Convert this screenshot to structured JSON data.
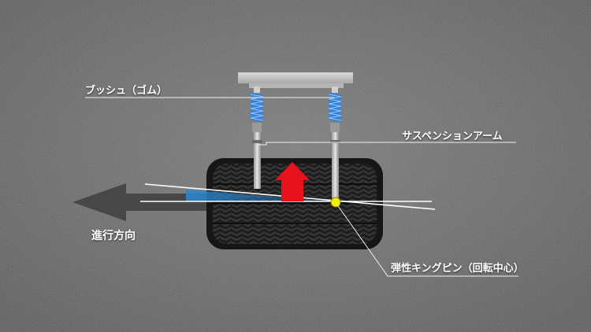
{
  "labels": {
    "bush": "ブッシュ（ゴム）",
    "arm": "サスペンションアーム",
    "kingpin": "弾性キングピン（回転中心）",
    "direction": "進行方向"
  },
  "colors": {
    "background": "#6e6e6e",
    "tire": "#1e1e1e",
    "spring": "#2f7fe0",
    "force_arrow": "#e8121a",
    "pivot_point": "#f2ee00",
    "heading_wedge": "#2a86d0",
    "travel_arrow": "#454545"
  },
  "icons": {
    "force_arrow": "red-up-arrow",
    "travel_arrow": "gray-left-arrow",
    "pivot": "yellow-dot"
  }
}
